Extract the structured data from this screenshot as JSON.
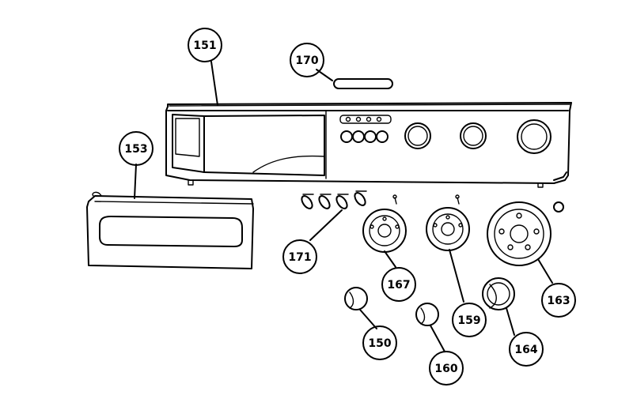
{
  "callouts": {
    "c151": "151",
    "c153": "153",
    "c170": "170",
    "c171": "171",
    "c167": "167",
    "c159": "159",
    "c163": "163",
    "c150": "150",
    "c160": "160",
    "c164": "164"
  }
}
